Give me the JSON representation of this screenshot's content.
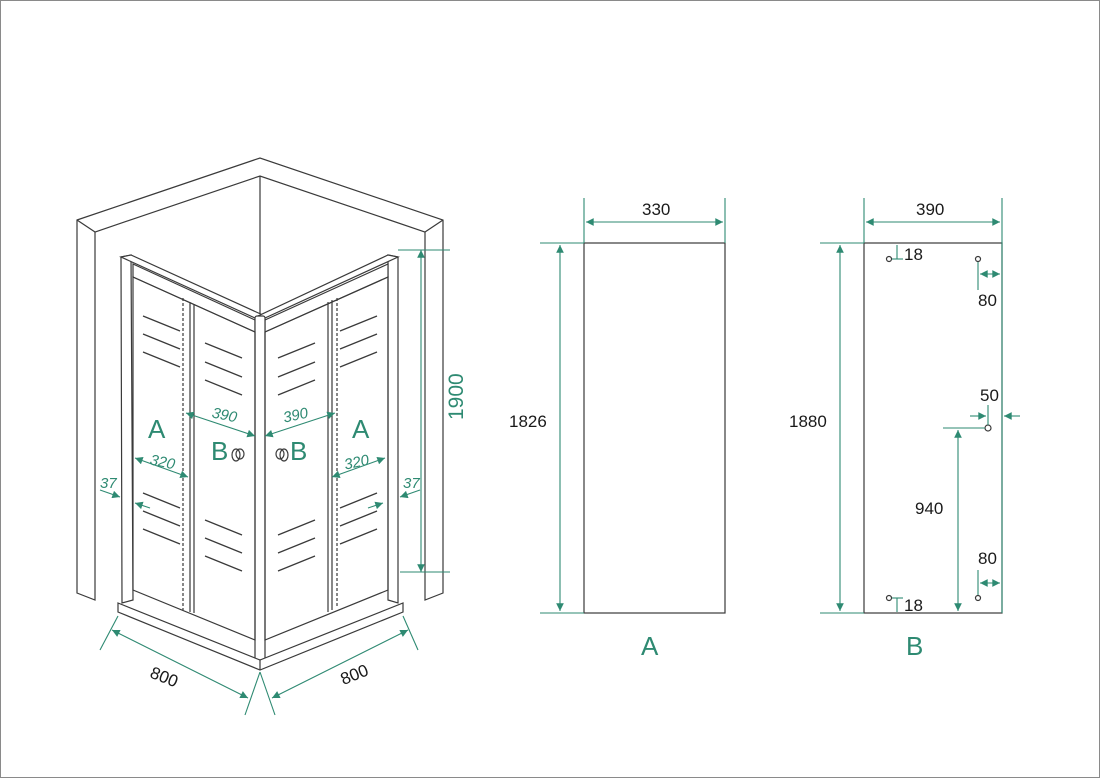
{
  "colors": {
    "dimension": "#2e8a72",
    "outline": "#3a3a3a"
  },
  "iso_view": {
    "panel_labels": {
      "fixed_left": "A",
      "door_left": "B",
      "door_right": "B",
      "fixed_right": "A"
    },
    "door_width_left": "390",
    "door_width_right": "390",
    "fixed_width_left": "320",
    "fixed_width_right": "320",
    "profile_left": "37",
    "profile_right": "37",
    "height": "1900",
    "depth_left": "800",
    "depth_right": "800"
  },
  "panel_a": {
    "label": "A",
    "width": "330",
    "height": "1826"
  },
  "panel_b": {
    "label": "B",
    "width": "390",
    "height": "1880",
    "hole_top_offset": "18",
    "hole_bottom_offset": "18",
    "roller_top_edge": "80",
    "roller_bottom_edge": "80",
    "handle_edge": "50",
    "handle_height": "940"
  }
}
